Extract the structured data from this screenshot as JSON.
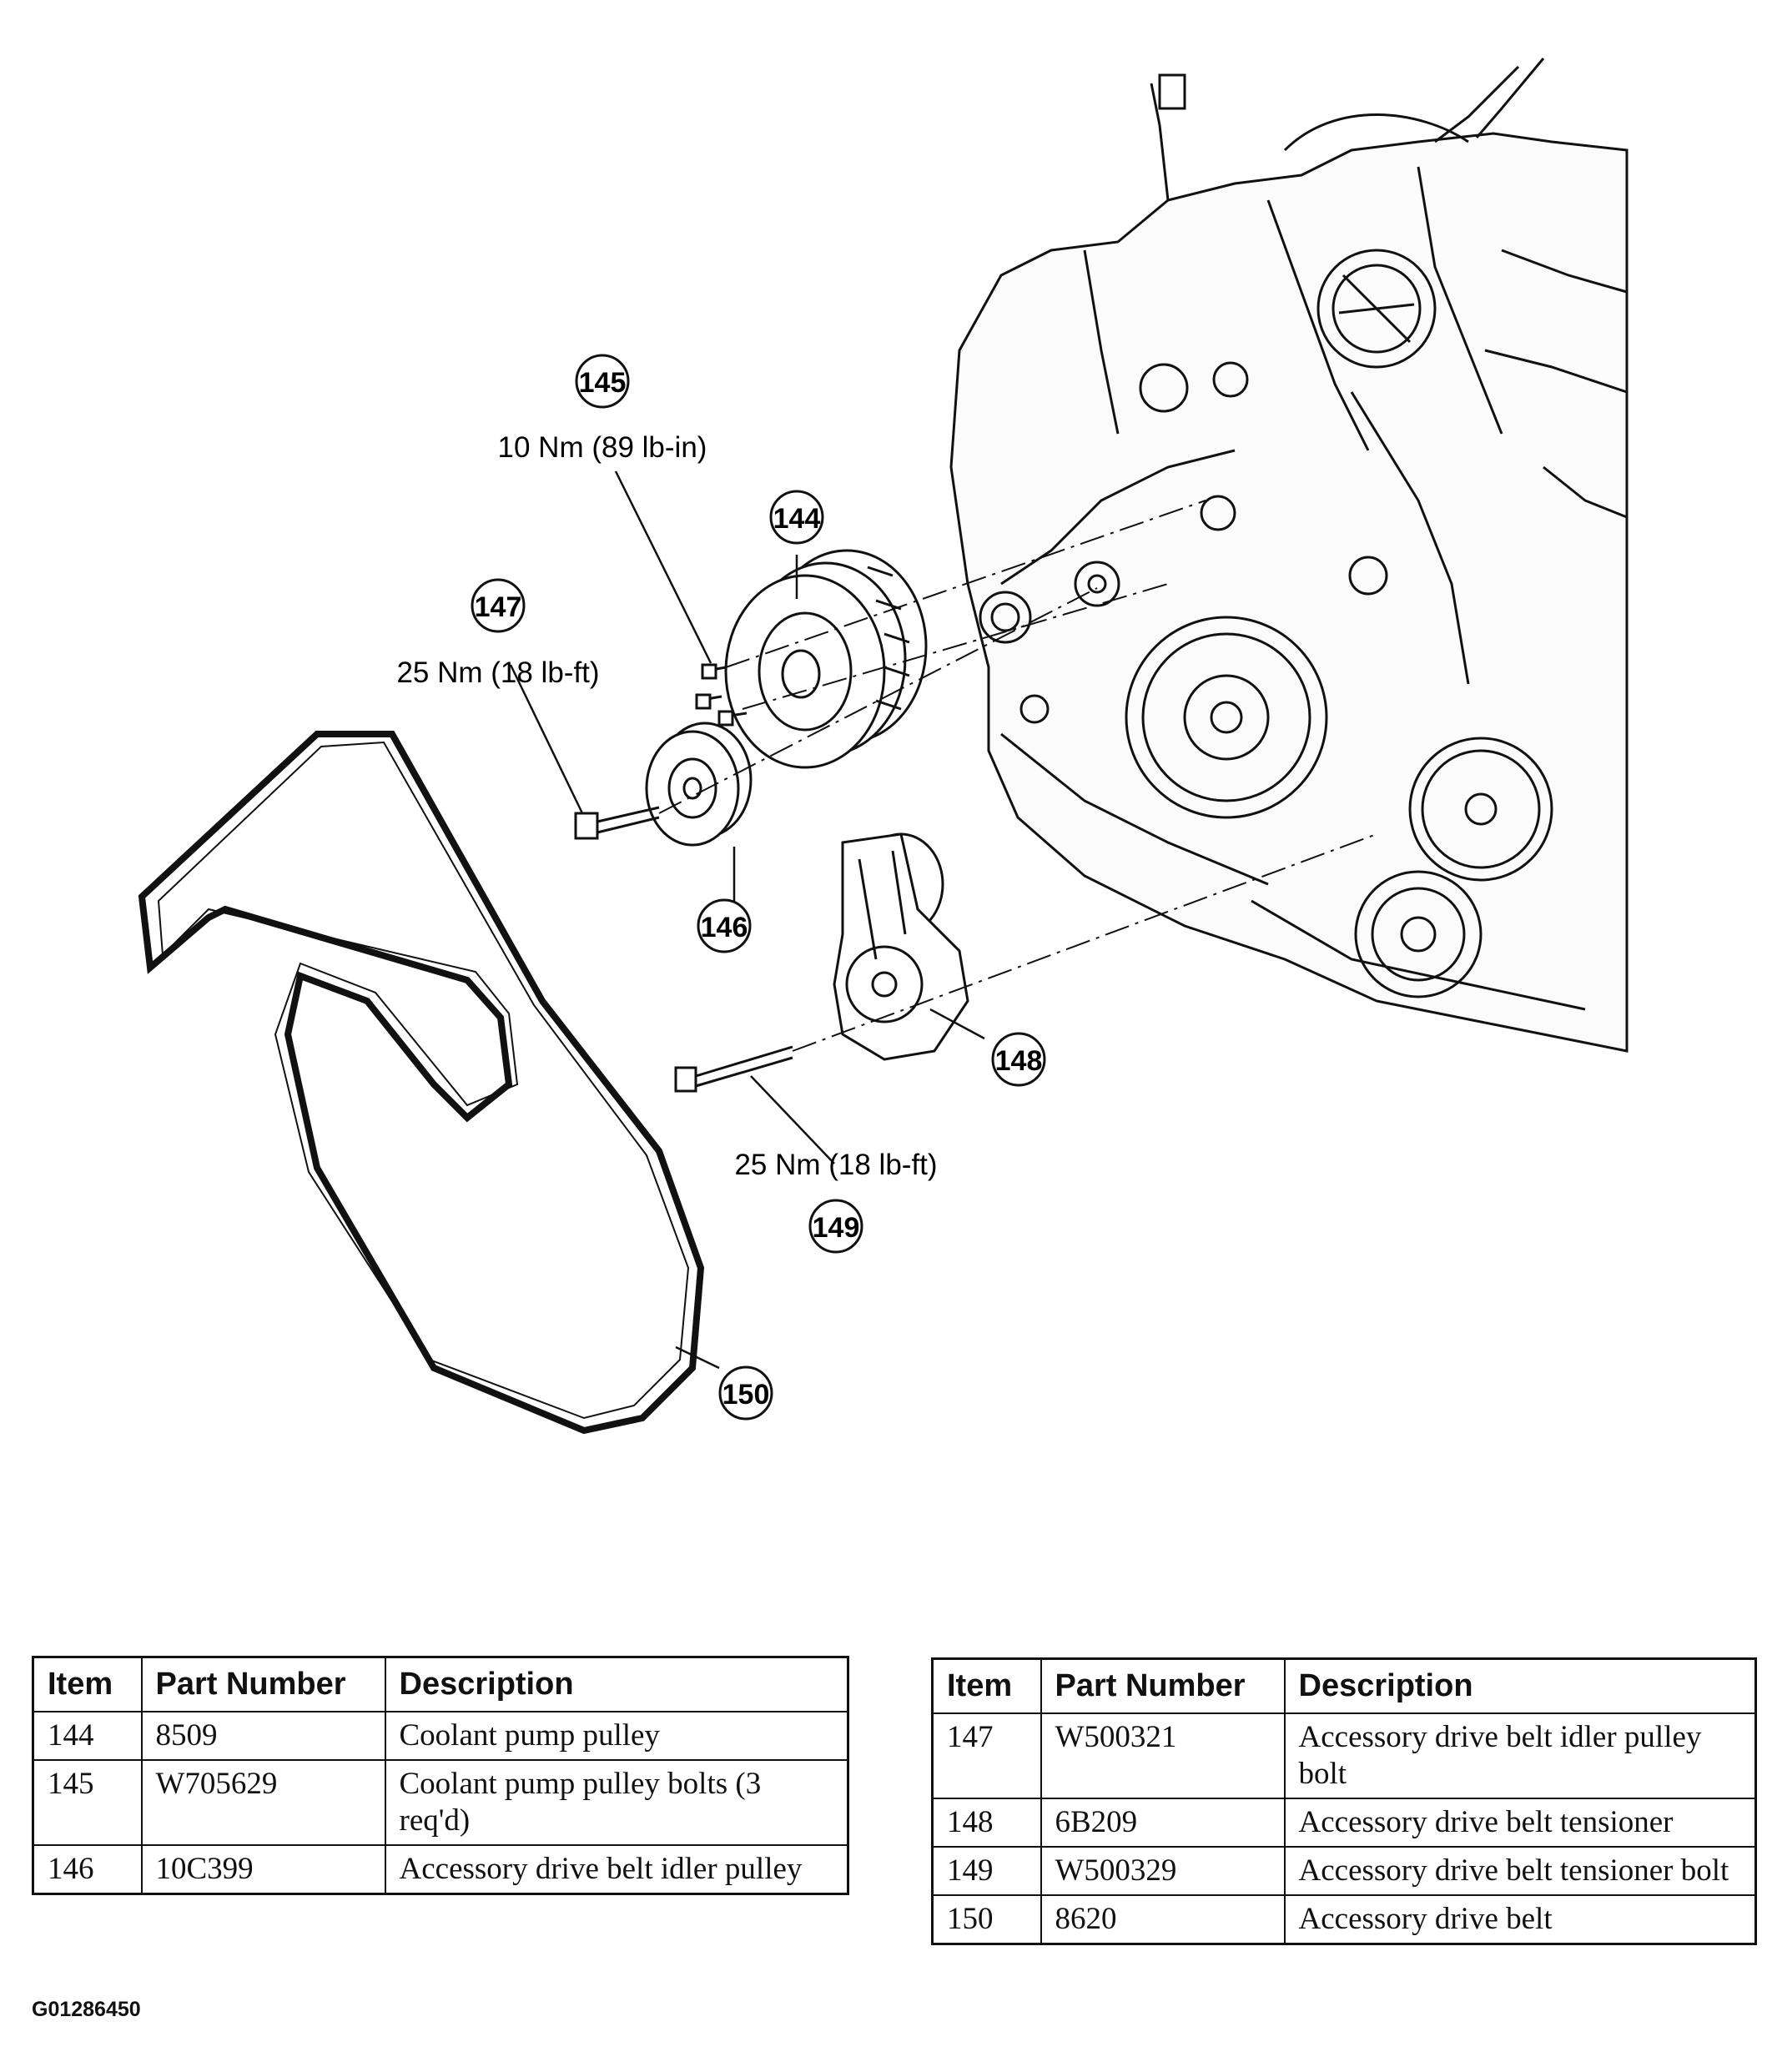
{
  "figure_id": "G01286450",
  "callouts": {
    "c144": "144",
    "c145": "145",
    "c146": "146",
    "c147": "147",
    "c148": "148",
    "c149": "149",
    "c150": "150"
  },
  "torques": {
    "t145": "10 Nm (89 lb-in)",
    "t147": "25 Nm (18 lb-ft)",
    "t149": "25 Nm (18 lb-ft)"
  },
  "table_headers": {
    "item": "Item",
    "part_number": "Part Number",
    "description": "Description"
  },
  "table_left": [
    {
      "item": "144",
      "part": "8509",
      "desc": "Coolant pump pulley"
    },
    {
      "item": "145",
      "part": "W705629",
      "desc": "Coolant pump pulley bolts (3 req'd)"
    },
    {
      "item": "146",
      "part": "10C399",
      "desc": "Accessory drive belt idler pulley"
    }
  ],
  "table_right": [
    {
      "item": "147",
      "part": "W500321",
      "desc": "Accessory drive belt idler pulley bolt"
    },
    {
      "item": "148",
      "part": "6B209",
      "desc": "Accessory drive belt tensioner"
    },
    {
      "item": "149",
      "part": "W500329",
      "desc": "Accessory drive belt tensioner bolt"
    },
    {
      "item": "150",
      "part": "8620",
      "desc": "Accessory drive belt"
    }
  ]
}
